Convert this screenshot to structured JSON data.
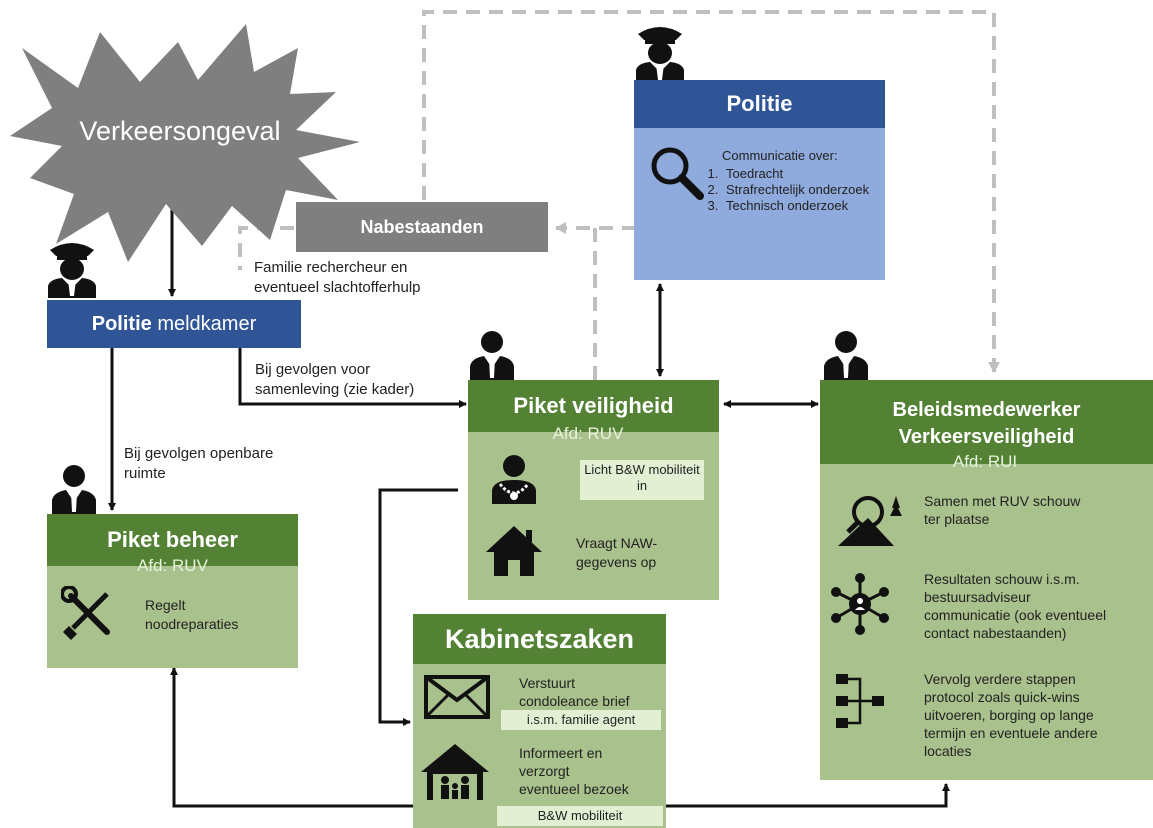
{
  "accident": {
    "label": "Verkeersongeval"
  },
  "nabestaanden": {
    "label": "Nabestaanden",
    "note_line1": "Familie rechercheur en",
    "note_line2": "eventueel slachtofferhulp"
  },
  "politie": {
    "title": "Politie",
    "comm_title": "Communicatie over:",
    "items": [
      "Toedracht",
      "Strafrechtelijk onderzoek",
      "Technisch onderzoek"
    ]
  },
  "meldkamer": {
    "title_bold": "Politie",
    "title_rest": "meldkamer"
  },
  "edge_labels": {
    "samenleving_line1": "Bij gevolgen voor",
    "samenleving_line2": "samenleving (zie kader)",
    "openbare_line1": "Bij gevolgen openbare",
    "openbare_line2": "ruimte"
  },
  "piket_veiligheid": {
    "title": "Piket veiligheid",
    "afd": "Afd: RUV",
    "item1": "Licht B&W mobiliteit in",
    "item2_line1": "Vraagt NAW-",
    "item2_line2": "gegevens op"
  },
  "piket_beheer": {
    "title": "Piket beheer",
    "afd": "Afd: RUV",
    "item_line1": "Regelt",
    "item_line2": "noodreparaties"
  },
  "beleid": {
    "title_line1": "Beleidsmedewerker",
    "title_line2": "Verkeersveiligheid",
    "afd": "Afd: RUI",
    "item1_line1": "Samen met RUV schouw",
    "item1_line2": "ter plaatse",
    "item2_line1": "Resultaten schouw i.s.m.",
    "item2_line2": "bestuursadviseur",
    "item2_line3": "communicatie (ook eventueel",
    "item2_line4": "contact nabestaanden)",
    "item3_line1": "Vervolg verdere stappen",
    "item3_line2": "protocol zoals quick-wins",
    "item3_line3": "uitvoeren, borging op lange",
    "item3_line4": "termijn en eventuele andere",
    "item3_line5": "locaties"
  },
  "kabinet": {
    "title": "Kabinetszaken",
    "item1_line1": "Verstuurt",
    "item1_line2": "condoleance brief",
    "item1_note": "i.s.m. familie agent",
    "item2_line1": "Informeert en",
    "item2_line2": "verzorgt",
    "item2_line3": "eventueel bezoek",
    "item2_note": "B&W mobiliteit"
  },
  "colors": {
    "green_dark": "#548235",
    "green_light": "#a9c18c",
    "blue_dark": "#2f5597",
    "blue_light": "#8faadc",
    "grey": "#7f7f7f",
    "dash": "#bfbfbf",
    "note_bg": "#e2efd3"
  },
  "icons": [
    "police-officer-icon",
    "magnifier-icon",
    "official-chain-icon",
    "house-icon",
    "wrench-screwdriver-icon",
    "envelope-icon",
    "family-house-icon",
    "inspection-icon",
    "network-icon",
    "flowchart-icon"
  ]
}
